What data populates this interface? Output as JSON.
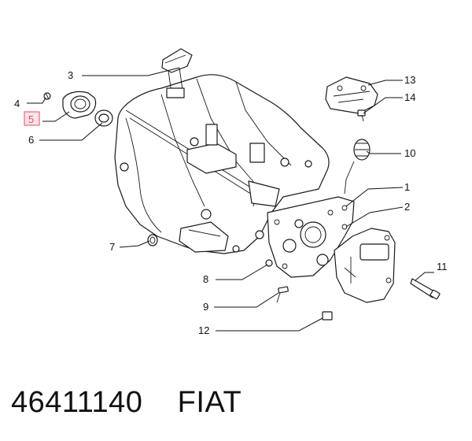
{
  "footer": {
    "part_number": "46411140",
    "brand": "FIAT"
  },
  "callouts": [
    {
      "id": "1",
      "label": "1"
    },
    {
      "id": "2",
      "label": "2"
    },
    {
      "id": "3",
      "label": "3"
    },
    {
      "id": "4",
      "label": "4"
    },
    {
      "id": "5",
      "label": "5",
      "highlighted": true
    },
    {
      "id": "6",
      "label": "6"
    },
    {
      "id": "7",
      "label": "7"
    },
    {
      "id": "8",
      "label": "8"
    },
    {
      "id": "9",
      "label": "9"
    },
    {
      "id": "10",
      "label": "10"
    },
    {
      "id": "11",
      "label": "11"
    },
    {
      "id": "12",
      "label": "12"
    },
    {
      "id": "13",
      "label": "13"
    },
    {
      "id": "14",
      "label": "14"
    }
  ],
  "colors": {
    "line": "#1a1a1a",
    "highlight": "#e8496b",
    "highlight_fill": "#fde6ea",
    "background": "#ffffff"
  }
}
